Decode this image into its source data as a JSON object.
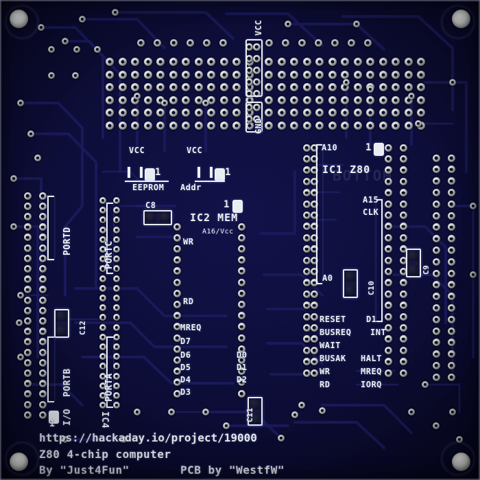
{
  "board": {
    "name": "z80-4chip-computer-pcb",
    "side": "BOTTOM",
    "watermark": "BOTTOM",
    "colors": {
      "soldermask": "#0e0e3c",
      "soldermask_dark": "#070722",
      "pad_metal": "#d8dbd6",
      "silkscreen": "#f0f2f5",
      "trace": "#1b1b5e"
    }
  },
  "footer": {
    "url": "https://hackaday.io/project/19000",
    "title": "Z80 4-chip computer",
    "credits_left": "By \"Just4Fun\"",
    "credits_right": "PCB by \"WestfW\""
  },
  "power_rails": [
    {
      "label": "VCC",
      "name": "vcc-rail-header"
    },
    {
      "label": "GND",
      "name": "gnd-rail-header"
    }
  ],
  "ics": [
    {
      "ref": "IC1",
      "part": "Z80",
      "label": "IC1 Z80",
      "pin1": "1"
    },
    {
      "ref": "IC2",
      "part": "MEM",
      "label": "IC2 MEM",
      "pin1": "1"
    },
    {
      "ref": "IC4",
      "part": "",
      "label": "IC4",
      "pin1": "1"
    }
  ],
  "jumpers": [
    {
      "label": "EEPROM",
      "pin1": "1",
      "vcc": "VCC"
    },
    {
      "label": "Addr",
      "pin1": "1",
      "vcc": "VCC"
    }
  ],
  "capacitors": [
    {
      "ref": "C8"
    },
    {
      "ref": "C9"
    },
    {
      "ref": "C10"
    },
    {
      "ref": "C11"
    },
    {
      "ref": "C12"
    }
  ],
  "ports": [
    {
      "label": "PORTD"
    },
    {
      "label": "PORTC"
    },
    {
      "label": "PORTB"
    },
    {
      "label": "PORTA"
    },
    {
      "label": "I/O",
      "pin1": "1"
    }
  ],
  "mem_signals": [
    "A16/Vcc",
    "WR",
    "RD",
    "MREQ",
    "D7",
    "D6",
    "D5",
    "D4",
    "D3"
  ],
  "data_bus_signals": [
    "D0",
    "D1",
    "D2"
  ],
  "z80_address_labels": [
    "A10",
    "A15",
    "A0",
    "CLK"
  ],
  "z80_control_left": [
    "RESET",
    "BUSREQ",
    "WAIT",
    "BUSAK",
    "WR",
    "RD"
  ],
  "z80_control_right": [
    "D1",
    "INT",
    "HALT",
    "MREQ",
    "IORQ"
  ],
  "labels": {
    "a10": "A10",
    "a15": "A15",
    "a0": "A0",
    "clk": "CLK",
    "a16vcc": "A16/Vcc",
    "pin1": "1"
  }
}
